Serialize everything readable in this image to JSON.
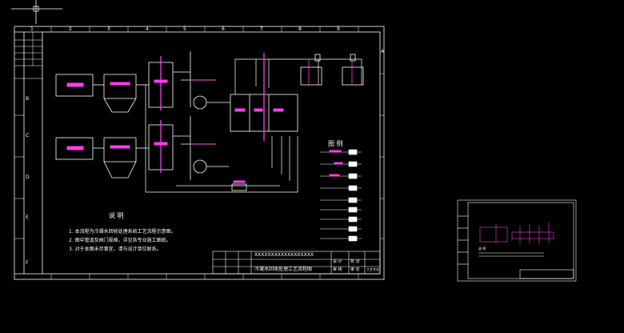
{
  "drawing": {
    "col_labels": [
      "1",
      "2",
      "3",
      "4",
      "5",
      "6",
      "7",
      "8",
      "9"
    ],
    "row_labels": [
      "A",
      "B",
      "C",
      "D",
      "E",
      "F"
    ],
    "notes_title": "说 明",
    "notes": [
      "1. 本流程为冷凝水回收处理系统工艺流程示意图。",
      "2. 图中管道及阀门规格，详见各专业施工图纸。",
      "3. 对于本图未尽事宜，请与设计单位联系。"
    ],
    "legend_title": "图 例",
    "title_block": {
      "project": "XXXXXXXXXXXXXXXXXX",
      "drawing_title": "冷凝水回收处理工艺流程图",
      "fields": [
        "设 计",
        "校 对",
        "审 核",
        "审 定",
        "工艺专业"
      ]
    }
  },
  "thumbnail": {
    "notes_title": "说 明"
  },
  "colors": {
    "frame": "#ffffff",
    "process": "#ff3df0",
    "background": "#000000",
    "crosshair": "#ffffff"
  }
}
